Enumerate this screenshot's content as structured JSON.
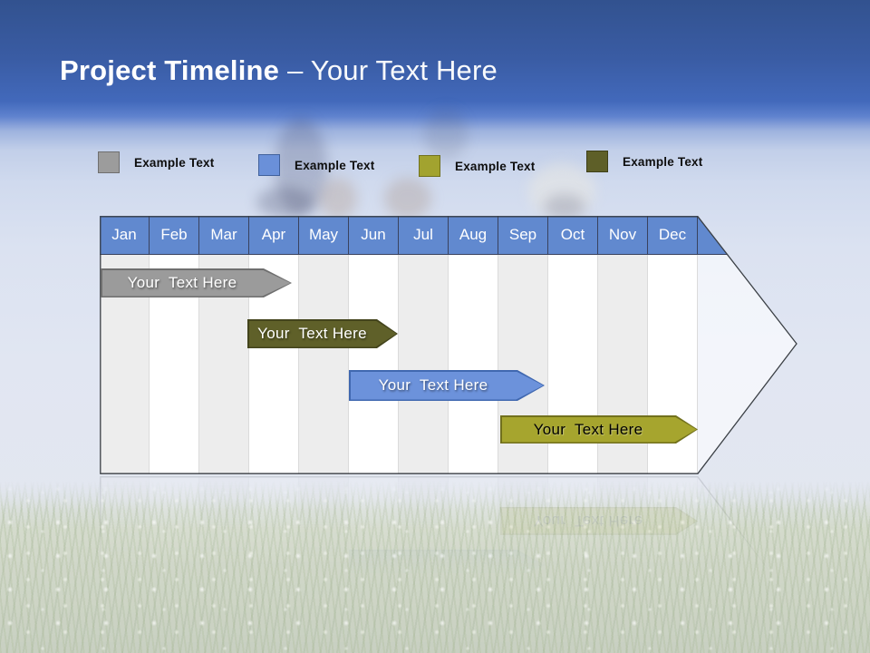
{
  "title": {
    "bold": "Project Timeline",
    "light": "– Your Text Here"
  },
  "legend": {
    "items": [
      {
        "label": "Example Text",
        "color": "#9C9C9C",
        "border": "#6F6F6F"
      },
      {
        "label": "Example Text",
        "color": "#6A90D9",
        "border": "#41619C"
      },
      {
        "label": "Example Text",
        "color": "#A2A32F",
        "border": "#71711C"
      },
      {
        "label": "Example Text",
        "color": "#5E5F28",
        "border": "#3E3F18"
      }
    ]
  },
  "timeline": {
    "header_color": "#6189CF",
    "outline_color": "#3A3F45",
    "months": [
      "Jan",
      "Feb",
      "Mar",
      "Apr",
      "May",
      "Jun",
      "Jul",
      "Aug",
      "Sep",
      "Oct",
      "Nov",
      "Dec"
    ],
    "bars": [
      {
        "label": "Your  Text Here",
        "color": "#9B9B9B",
        "border": "#6F6F6F",
        "text_color": "#FFFFFF",
        "start_month": "Jan",
        "end_month": "Apr"
      },
      {
        "label": "Your  Text Here",
        "color": "#5F6029",
        "border": "#43441C",
        "text_color": "#FFFFFF",
        "start_month": "Apr",
        "end_month": "Jun"
      },
      {
        "label": "Your  Text Here",
        "color": "#6C92DB",
        "border": "#4068B0",
        "text_color": "#FFFFFF",
        "start_month": "Jun",
        "end_month": "Sep"
      },
      {
        "label": "Your  Text Here",
        "color": "#A6A52E",
        "border": "#71701C",
        "text_color": "#000000",
        "start_month": "Sep",
        "end_month": "Dec"
      }
    ]
  }
}
